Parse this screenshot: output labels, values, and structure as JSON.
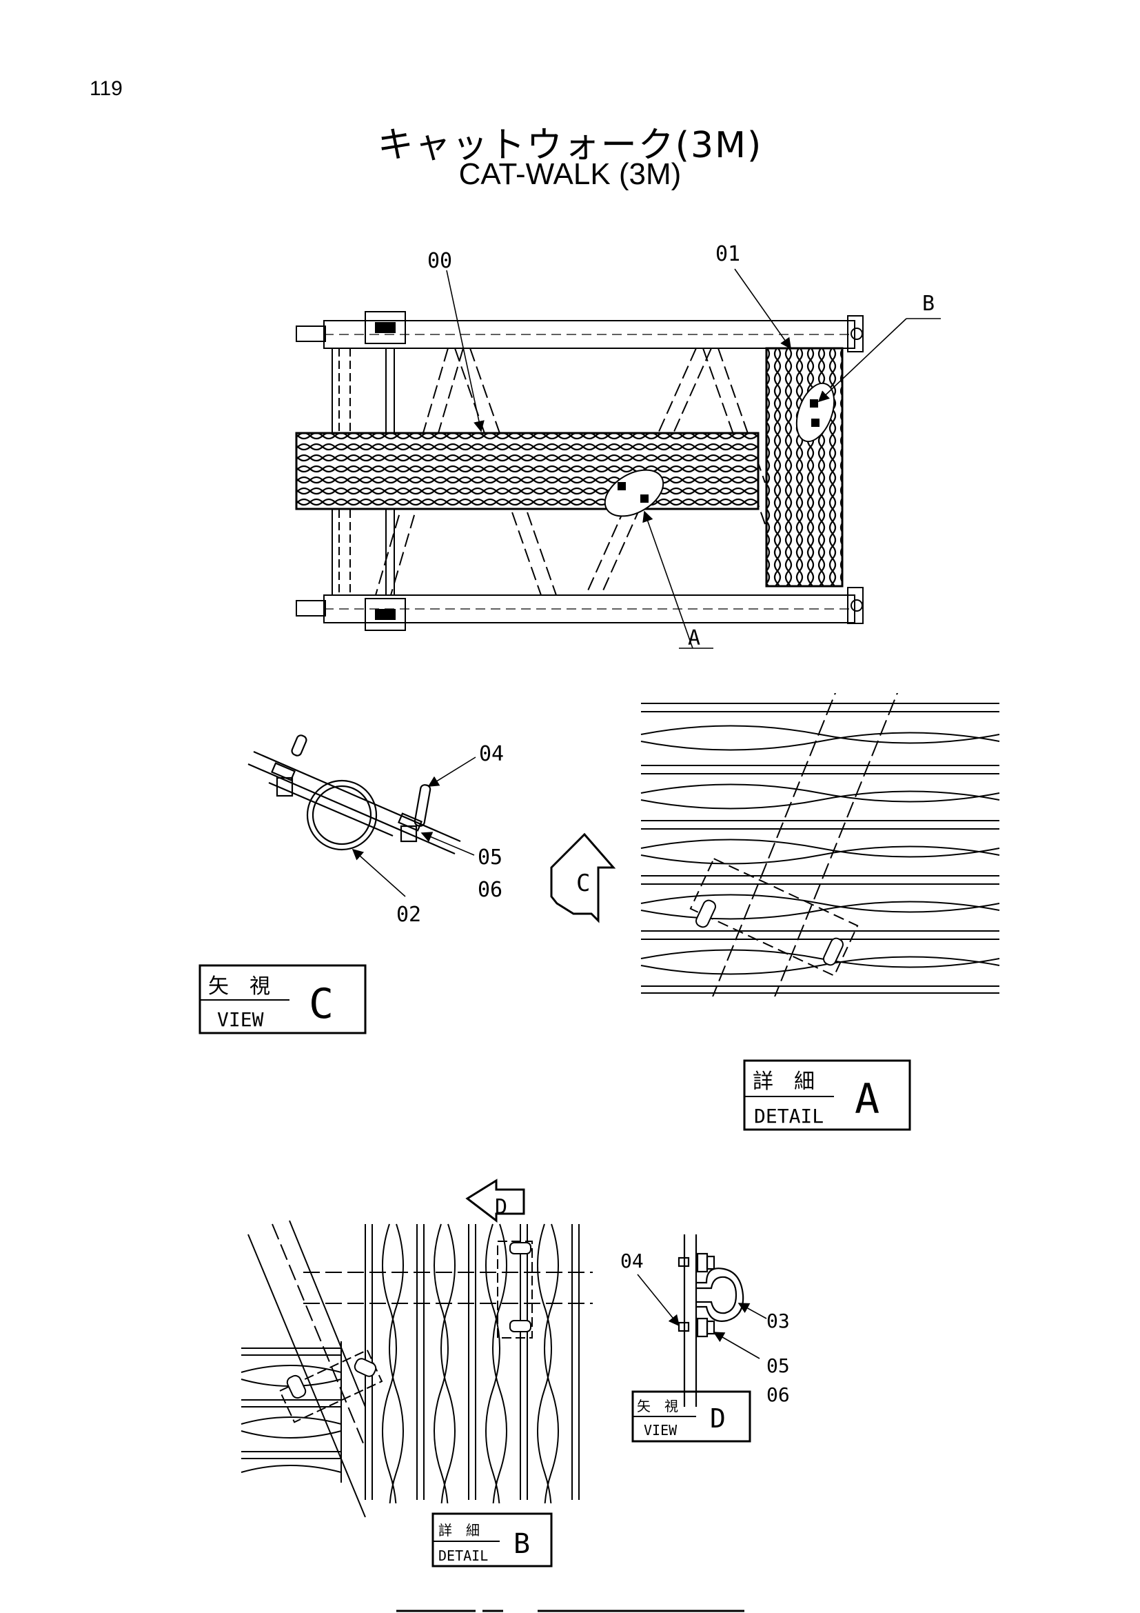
{
  "page_number": "119",
  "title": {
    "japanese": "キャットウォーク(3M)",
    "english": "CAT-WALK (3M)"
  },
  "main_view": {
    "callouts": [
      "00",
      "01",
      "B",
      "A"
    ]
  },
  "view_c": {
    "callouts": [
      "04",
      "05",
      "06",
      "02"
    ],
    "arrow_letter": "C",
    "label_jp": "矢　視",
    "label_en": "VIEW",
    "letter": "C"
  },
  "detail_a": {
    "label_jp": "詳　細",
    "label_en": "DETAIL",
    "letter": "A"
  },
  "detail_b": {
    "arrow_letter": "D",
    "label_jp": "詳　細",
    "label_en": "DETAIL",
    "letter": "B"
  },
  "view_d": {
    "callouts": [
      "04",
      "03",
      "05",
      "06"
    ],
    "label_jp": "矢　視",
    "label_en": "VIEW",
    "letter": "D"
  }
}
